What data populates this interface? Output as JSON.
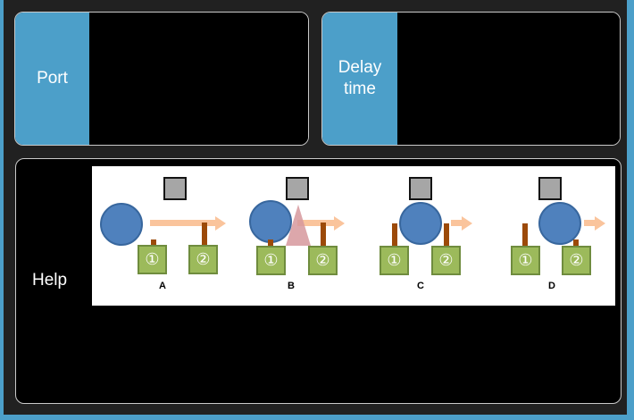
{
  "window": {
    "accent_blue": "#4C9FC9",
    "background": "#212121",
    "panel_background": "#000000",
    "panel_border": "#C9C9C9"
  },
  "panels": {
    "port": {
      "label": "Port",
      "value": ""
    },
    "delay_time": {
      "label": "Delay time",
      "value": ""
    },
    "help": {
      "label": "Help"
    }
  },
  "diagram": {
    "options": [
      {
        "label": "A",
        "sensor1": "①",
        "sensor2": "②"
      },
      {
        "label": "B",
        "sensor1": "①",
        "sensor2": "②"
      },
      {
        "label": "C",
        "sensor1": "①",
        "sensor2": "②"
      },
      {
        "label": "D",
        "sensor1": "①",
        "sensor2": "②"
      }
    ],
    "colors": {
      "circle": "#4F81BD",
      "square": "#A6A6A6",
      "green_box": "#9CBA5B",
      "stick": "#9C4A09",
      "arrow": "#FAC49C",
      "triangle": "#D6989C"
    }
  }
}
